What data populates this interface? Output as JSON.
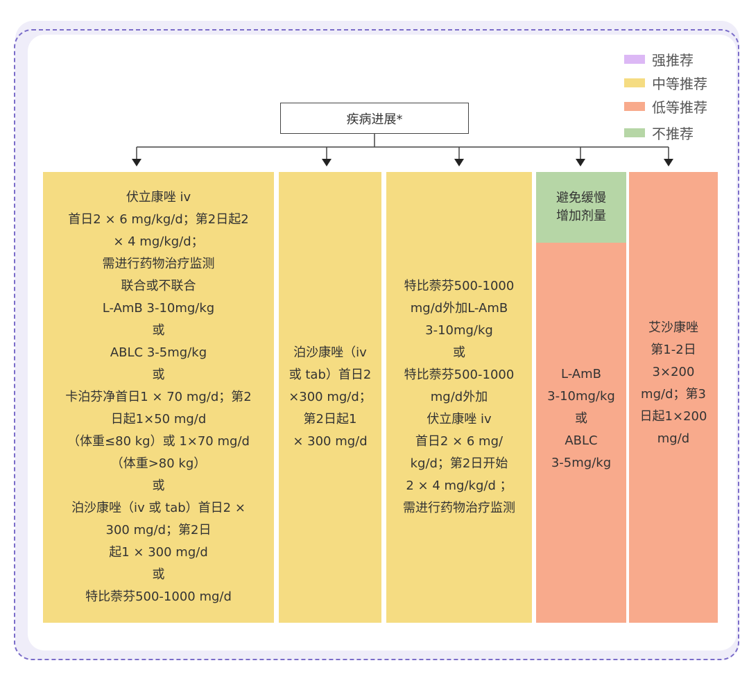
{
  "legend": [
    {
      "label": "强推荐",
      "color": "#dcb8f5"
    },
    {
      "label": "中等推荐",
      "color": "#f5dc82"
    },
    {
      "label": "低等推荐",
      "color": "#f8aa8c"
    },
    {
      "label": "不推荐",
      "color": "#b6d6a6"
    }
  ],
  "root": "疾病进展*",
  "columns": [
    {
      "level": "中等推荐",
      "lines": [
        "伏立康唑 iv",
        "首日2 × 6 mg/kg/d；第2日起2",
        "× 4 mg/kg/d；",
        "需进行药物治疗监测",
        "联合或不联合",
        "L-AmB 3-10mg/kg",
        "或",
        "ABLC 3-5mg/kg",
        "或",
        "卡泊芬净首日1 × 70 mg/d；第2",
        "日起1×50 mg/d",
        "（体重≤80 kg）或 1×70 mg/d",
        "（体重>80 kg）",
        "或",
        "泊沙康唑（iv 或 tab）首日2 ×",
        "300 mg/d；第2日",
        "起1 × 300 mg/d",
        "或",
        "特比萘芬500-1000 mg/d"
      ]
    },
    {
      "level": "中等推荐",
      "lines": [
        "泊沙康唑（iv",
        "或 tab）首日2",
        "×300 mg/d；",
        "第2日起1",
        "× 300 mg/d"
      ]
    },
    {
      "level": "中等推荐",
      "lines": [
        "特比萘芬500-1000",
        "mg/d外加L-AmB",
        "3-10mg/kg",
        "或",
        "特比萘芬500-1000",
        "mg/d外加",
        "伏立康唑 iv",
        "首日2 × 6 mg/",
        "kg/d；第2日开始",
        "2 × 4 mg/kg/d ；",
        "需进行药物治疗监测"
      ]
    },
    {
      "level": "低等推荐",
      "note": {
        "level": "不推荐",
        "lines": [
          "避免缓慢",
          "增加剂量"
        ]
      },
      "lines": [
        "L-AmB",
        "3-10mg/kg",
        "或",
        "ABLC",
        "3-5mg/kg"
      ]
    },
    {
      "level": "低等推荐",
      "lines": [
        "艾沙康唑",
        "第1-2日",
        "3×200",
        "mg/d；第3",
        "日起1×200",
        "mg/d"
      ]
    }
  ]
}
